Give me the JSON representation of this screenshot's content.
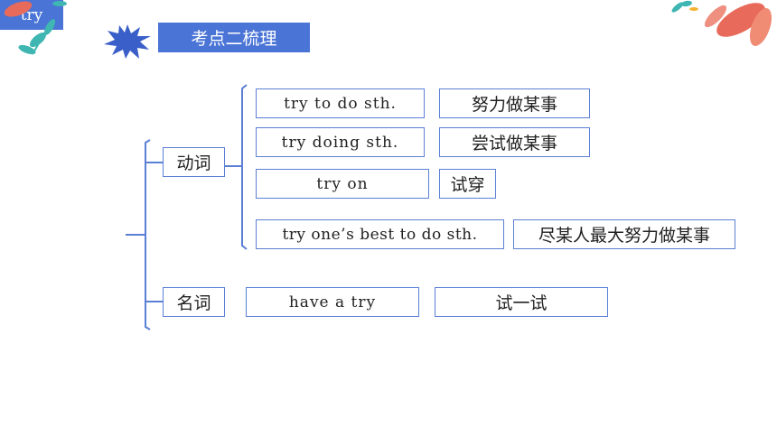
{
  "title": "考点二梳理",
  "root": "try",
  "categories": {
    "verb": {
      "label": "动词",
      "items": [
        {
          "en": "try to do sth.",
          "zh": "努力做某事"
        },
        {
          "en": "try doing sth.",
          "zh": "尝试做某事"
        },
        {
          "en": "try on",
          "zh": "试穿"
        },
        {
          "en": "try one’s best to do sth.",
          "zh": "尽某人最大努力做某事"
        }
      ]
    },
    "noun": {
      "label": "名词",
      "items": [
        {
          "en": "have a try",
          "zh": "试一试"
        }
      ]
    }
  },
  "colors": {
    "accent": "#4a74d6",
    "line": "#5b7fd4"
  }
}
